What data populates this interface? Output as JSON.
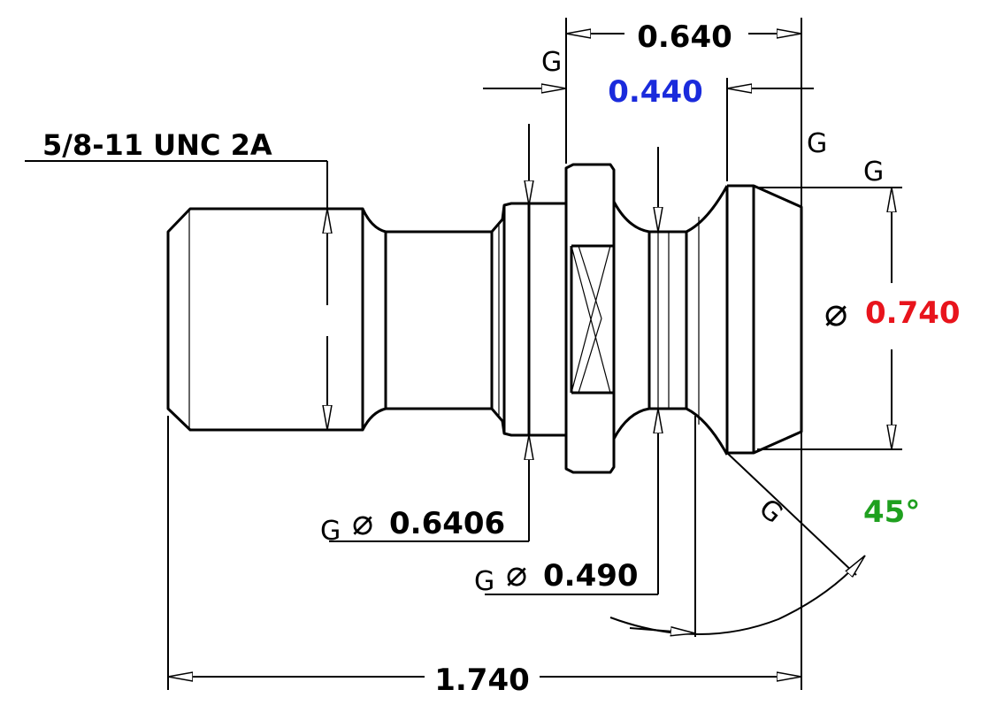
{
  "drawing": {
    "thread_callout": "5/8-11 UNC 2A",
    "dims": {
      "overall_length": "1.740",
      "head_length": "0.640",
      "neck_length": "0.440",
      "head_diameter": "0.740",
      "collar_diameter": "0.6406",
      "groove_diameter": "0.490",
      "chamfer_angle": "45°"
    },
    "grind_mark": "G",
    "diameter_symbol": "⌀",
    "colors": {
      "line": "#000000",
      "neck_length": "#1a2bdc",
      "head_diameter": "#e8141c",
      "chamfer_angle": "#1fa01f"
    }
  }
}
